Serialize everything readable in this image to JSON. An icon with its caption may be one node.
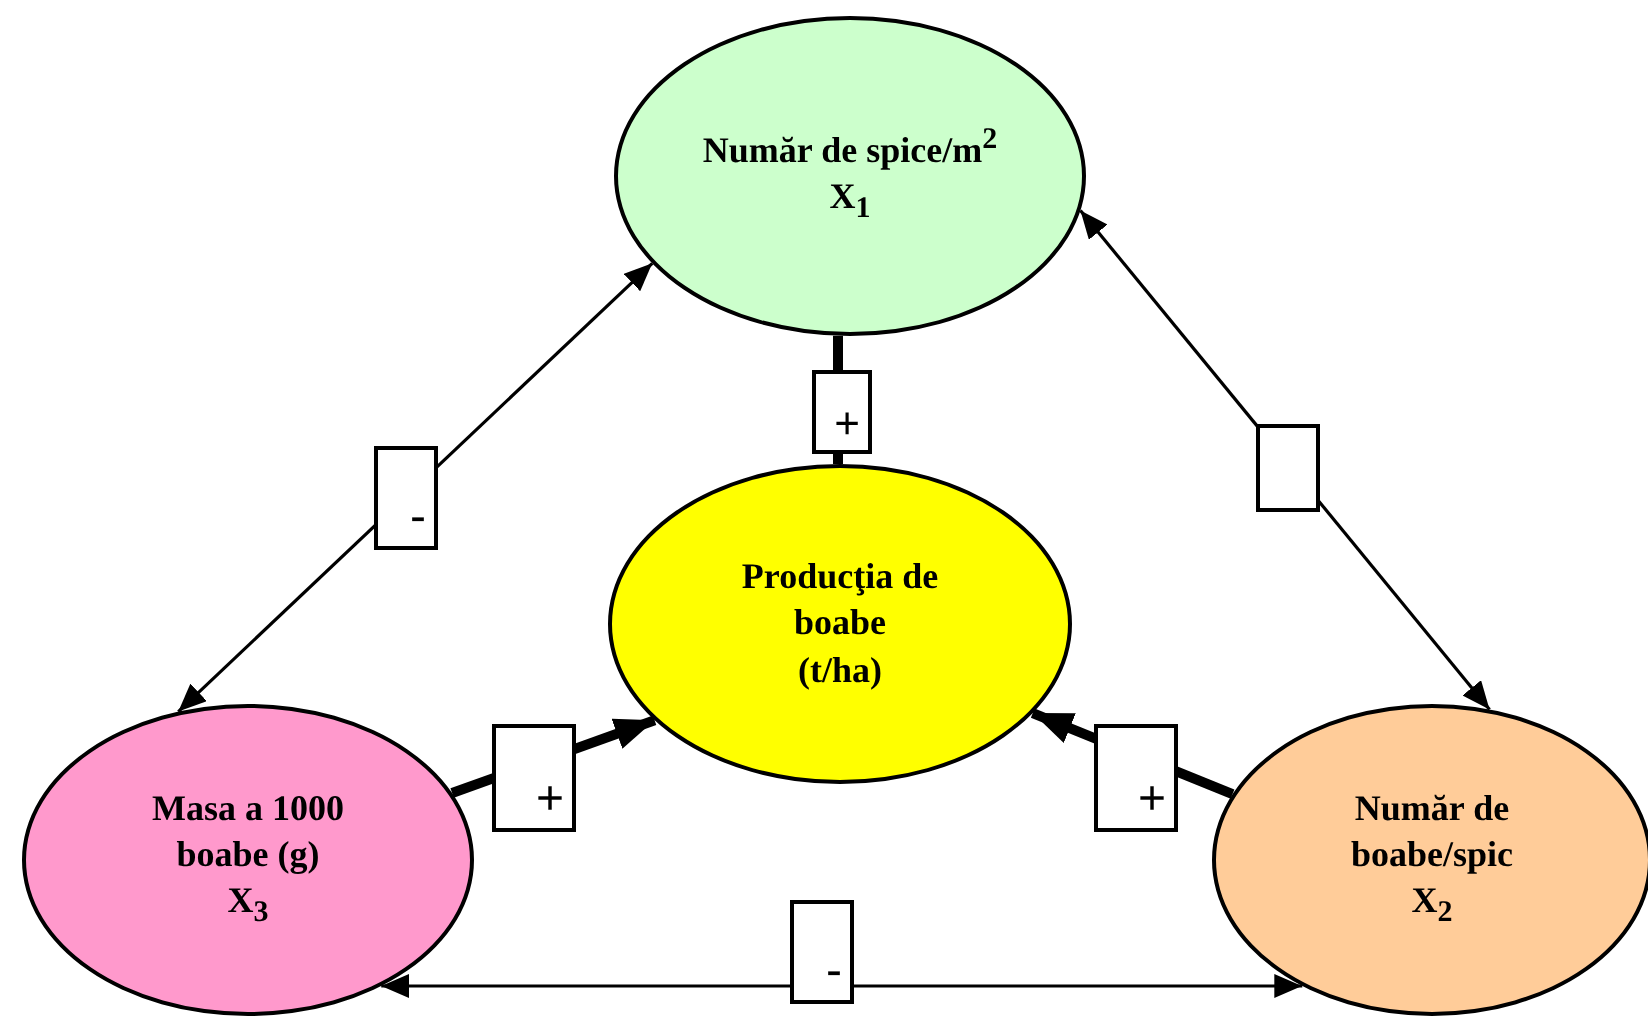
{
  "diagram": {
    "nodes": [
      {
        "text": [
          "Număr de spice/m$^{2}$",
          "X$_{1}$"
        ]
      },
      {
        "text": [
          "Producţia de boabe",
          "(t/ha)"
        ]
      },
      {
        "text": [
          "Masa a 1000 boabe (g)",
          "X$_{3}$"
        ]
      },
      {
        "text": [
          "Număr de boabe/spic",
          "X$_{2}$"
        ]
      }
    ],
    "edges": [
      {
        "from": 0,
        "to": 1,
        "arrow": "to",
        "label": "+",
        "style": "thick"
      },
      {
        "from": 2,
        "to": 1,
        "arrow": "to",
        "label": "+",
        "style": "thick"
      },
      {
        "from": 3,
        "to": 1,
        "arrow": "to",
        "label": "+",
        "style": "thick"
      },
      {
        "from": 0,
        "to": 2,
        "arrow": "both",
        "label": "-"
      },
      {
        "from": 0,
        "to": 3,
        "arrow": "both"
      },
      {
        "from": 2,
        "to": 3,
        "arrow": "both",
        "label": "-"
      }
    ]
  }
}
